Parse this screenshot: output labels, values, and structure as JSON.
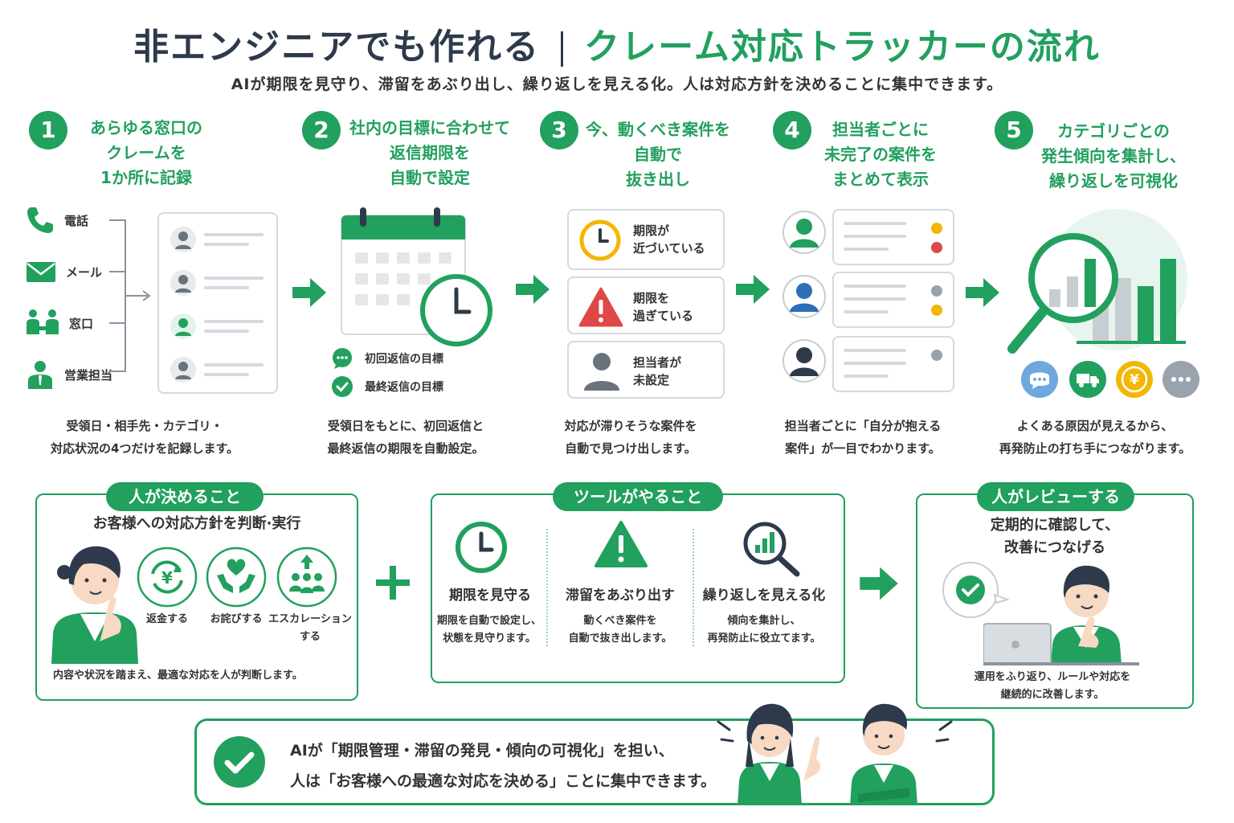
{
  "header": {
    "title_left": "非エンジニアでも作れる",
    "title_right": "クレーム対応トラッカーの流れ",
    "subtitle": "AIが期限を見守り、滞留をあぶり出し、繰り返しを見える化。人は対応方針を決めることに集中できます。"
  },
  "steps": [
    {
      "num": "1",
      "title": "あらゆる窓口の\nクレームを\n1か所に記録",
      "channels": [
        "電話",
        "メール",
        "窓口",
        "営業担当"
      ],
      "desc": "受領日・相手先・カテゴリ・\n対応状況の4つだけを記録します。"
    },
    {
      "num": "2",
      "title": "社内の目標に合わせて\n返信期限を\n自動で設定",
      "targets": [
        "初回返信の目標",
        "最終返信の目標"
      ],
      "desc": "受領日をもとに、初回返信と\n最終返信の期限を自動設定。"
    },
    {
      "num": "3",
      "title": "今、動くべき案件を\n自動で\n抜き出し",
      "cards": [
        "期限が\n近づいている",
        "期限を\n過ぎている",
        "担当者が\n未設定"
      ],
      "desc": "対応が滞りそうな案件を\n自動で見つけ出します。"
    },
    {
      "num": "4",
      "title": "担当者ごとに\n未完了の案件を\nまとめて表示",
      "desc": "担当者ごとに「自分が抱える\n案件」が一目でわかります。"
    },
    {
      "num": "5",
      "title": "カテゴリごとの\n発生傾向を集計し、\n繰り返しを可視化",
      "desc": "よくある原因が見えるから、\n再発防止の打ち手につながります。"
    }
  ],
  "human_decides": {
    "label": "人が決めること",
    "subtitle": "お客様への対応方針を判断·実行",
    "actions": [
      "返金する",
      "お詫びする",
      "エスカレーション\nする"
    ],
    "note": "内容や状況を踏まえ、最適な対応を人が判断します。"
  },
  "tool_does": {
    "label": "ツールがやること",
    "items": [
      {
        "title": "期限を見守る",
        "desc": "期限を自動で設定し、\n状態を見守ります。"
      },
      {
        "title": "滞留をあぶり出す",
        "desc": "動くべき案件を\n自動で抜き出します。"
      },
      {
        "title": "繰り返しを見える化",
        "desc": "傾向を集計し、\n再発防止に役立てます。"
      }
    ]
  },
  "human_reviews": {
    "label": "人がレビューする",
    "subtitle": "定期的に確認して、\n改善につなげる",
    "note": "運用をふり返り、ルールや対応を\n継続的に改善します。"
  },
  "conclusion": {
    "line1": "AIが「期限管理・滞留の発見・傾向の可視化」を担い、",
    "line2": "人は「お客様への最適な対応を決める」ことに集中できます。"
  },
  "icons": {
    "step_icons": [
      "phone-icon",
      "mail-icon",
      "counter-icon",
      "sales-person-icon",
      "calendar-icon",
      "clock-icon",
      "warning-icon",
      "person-icon",
      "magnifier-chart-icon"
    ],
    "category_icons": [
      "chat-icon",
      "truck-icon",
      "yen-icon",
      "more-icon"
    ]
  },
  "colors": {
    "brand_green": "#21a05e",
    "navy": "#2e3a4b",
    "warning_red": "#e04848",
    "clock_yellow": "#f2b705",
    "user_blue": "#2d6fb7",
    "gray": "#9aa3ad"
  }
}
